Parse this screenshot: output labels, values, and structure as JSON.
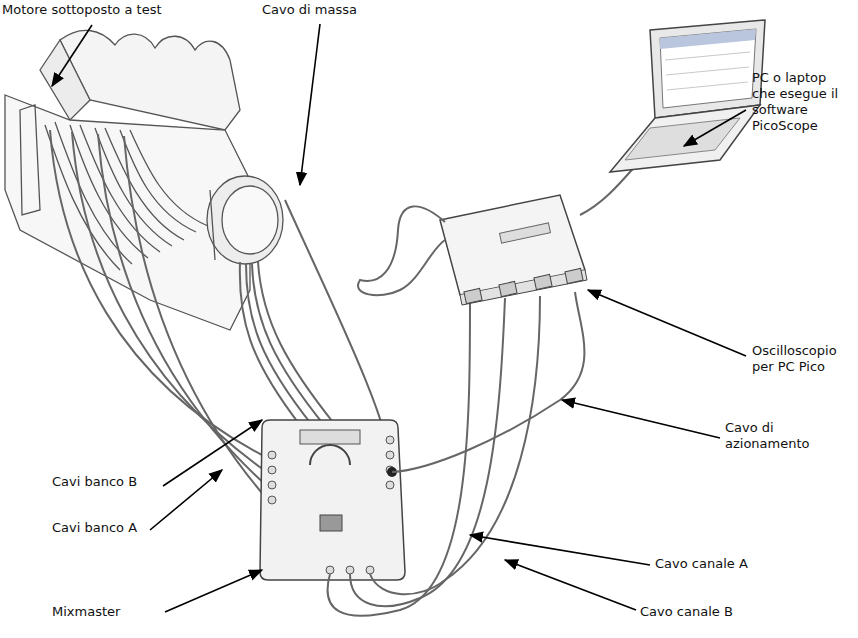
{
  "diagram": {
    "labels": [
      "Motore sottoposto a test",
      "Cavo di massa",
      "PC o laptop che esegue il software PicoScope",
      "Oscilloscopio per PC Pico",
      "Cavo di azionamento",
      "Cavi banco B",
      "Cavi banco A",
      "Cavo canale A",
      "Mixmaster",
      "Cavo canale B"
    ]
  }
}
